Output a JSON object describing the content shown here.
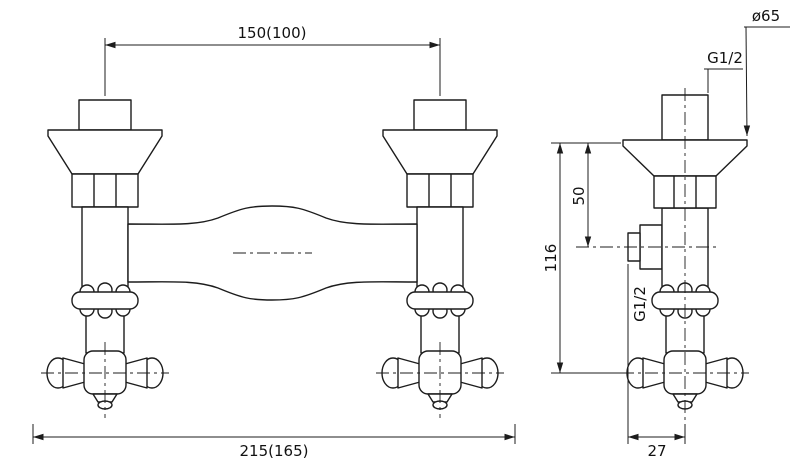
{
  "page": {
    "background": "#ffffff",
    "line_color": "#1c1c1c"
  },
  "front_view": {
    "dim_center_distance": "150(100)",
    "dim_overall_width": "215(165)"
  },
  "side_view": {
    "dim_flange_diameter": "ø65",
    "thread_top": "G1/2",
    "dim_face_to_outlet": "50",
    "dim_face_to_handle": "116",
    "thread_outlet": "G1/2",
    "dim_outlet_offset": "27"
  }
}
